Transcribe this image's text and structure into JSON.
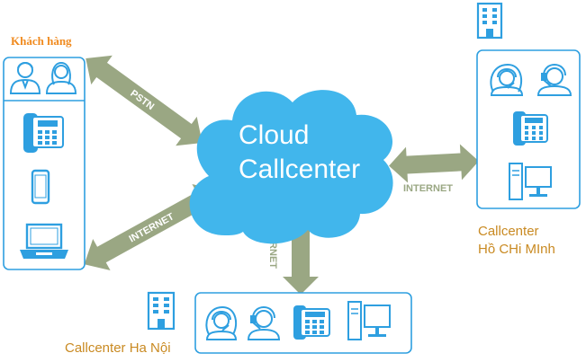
{
  "labels": {
    "customers": "Khách hàng",
    "cloud_line1": "Cloud",
    "cloud_line2": "Callcenter",
    "hcm_line1": "Callcenter",
    "hcm_line2": "Hồ CHi MInh",
    "hanoi": "Callcenter Ha Nội",
    "arrow_pstn": "PSTN",
    "arrow_internet_left": "INTERNET",
    "arrow_internet_bottom": "INTERNET",
    "arrow_internet_right": "INTERNET"
  },
  "colors": {
    "accent_blue": "#2e9fe0",
    "cloud_blue": "#41b6ec",
    "arrow_green": "#9aa783",
    "arrow_text": "#ffffff",
    "customer_orange": "#f08a1e",
    "city_orange": "#c98a22"
  },
  "icons": [
    "customer-male-icon",
    "customer-female-icon",
    "desk-phone-icon",
    "smartphone-icon",
    "laptop-icon",
    "building-icon",
    "agent-headset-icon",
    "computer-icon"
  ]
}
